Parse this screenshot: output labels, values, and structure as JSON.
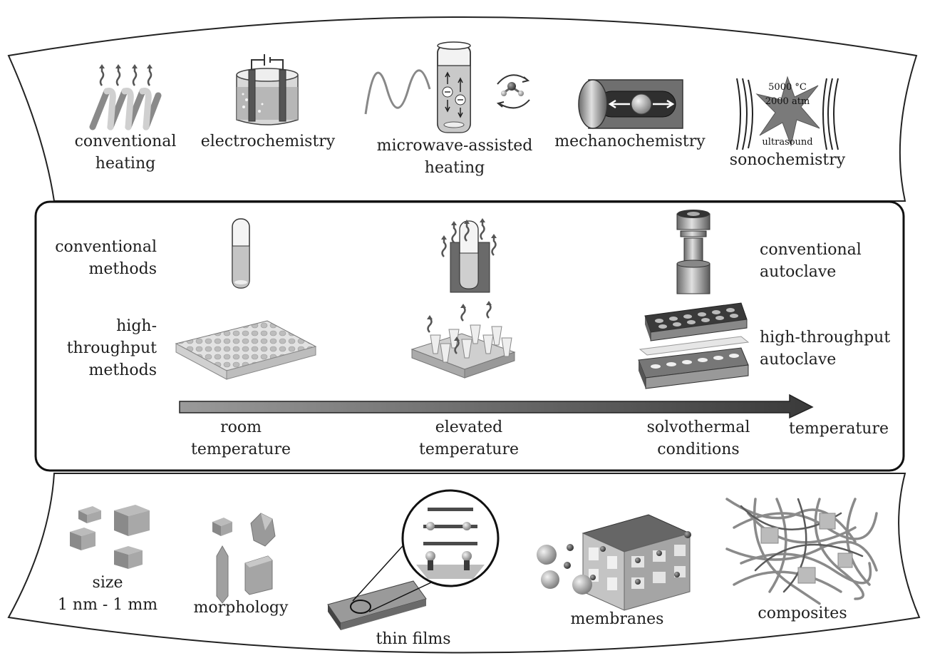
{
  "top_methods": [
    {
      "id": "conventional-heating",
      "line1": "conventional",
      "line2": "heating"
    },
    {
      "id": "electrochemistry",
      "line1": "electrochemistry",
      "line2": ""
    },
    {
      "id": "microwave",
      "line1": "microwave-assisted",
      "line2": "heating"
    },
    {
      "id": "mechanochemistry",
      "line1": "mechanochemistry",
      "line2": ""
    },
    {
      "id": "sonochemistry",
      "line1": "sonochemistry",
      "line2": ""
    }
  ],
  "sono_labels": {
    "temp": "5000 °C",
    "pressure": "2000 atm",
    "wave": "ultrasound"
  },
  "middle": {
    "row_conventional": {
      "line1": "conventional",
      "line2": "methods"
    },
    "row_highthroughput": {
      "line1": "high-",
      "line2": "throughput",
      "line3": "methods"
    },
    "autoclave_conventional": {
      "line1": "conventional",
      "line2": "autoclave"
    },
    "autoclave_highthroughput": {
      "line1": "high-throughput",
      "line2": "autoclave"
    },
    "axis": {
      "stages": [
        {
          "line1": "room",
          "line2": "temperature"
        },
        {
          "line1": "elevated",
          "line2": "temperature"
        },
        {
          "line1": "solvothermal",
          "line2": "conditions"
        }
      ],
      "end_label": "temperature"
    }
  },
  "bottom_forms": [
    {
      "id": "size",
      "line1": "size",
      "line2": "1 nm - 1 mm"
    },
    {
      "id": "morphology",
      "line1": "morphology"
    },
    {
      "id": "thin-films",
      "line1": "thin films"
    },
    {
      "id": "membranes",
      "line1": "membranes"
    },
    {
      "id": "composites",
      "line1": "composites"
    }
  ],
  "colors": {
    "outline": "#222222",
    "dark": "#555555",
    "mid": "#8a8a8a",
    "light": "#c8c8c8",
    "arrow": "#4a4a4a"
  }
}
